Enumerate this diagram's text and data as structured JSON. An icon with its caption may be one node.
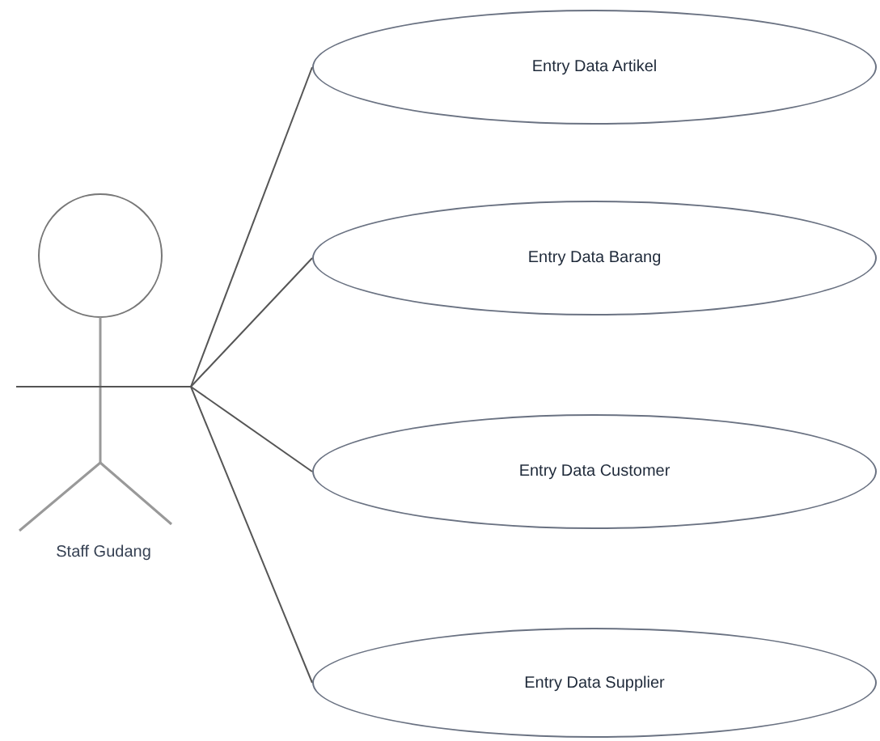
{
  "diagram": {
    "nodes": [
      {
        "text": [
          "Staff Gudang"
        ]
      },
      {
        "text": [
          "Entry Data Artikel"
        ]
      },
      {
        "text": [
          "Entry Data Barang"
        ]
      },
      {
        "text": [
          "Entry Data Customer"
        ]
      },
      {
        "text": [
          "Entry Data Supplier"
        ]
      }
    ],
    "edges": [
      {
        "from": 0,
        "to": 1,
        "arrow": "none"
      },
      {
        "from": 0,
        "to": 2,
        "arrow": "none"
      },
      {
        "from": 0,
        "to": 3,
        "arrow": "none"
      },
      {
        "from": 0,
        "to": 4,
        "arrow": "none"
      }
    ]
  }
}
